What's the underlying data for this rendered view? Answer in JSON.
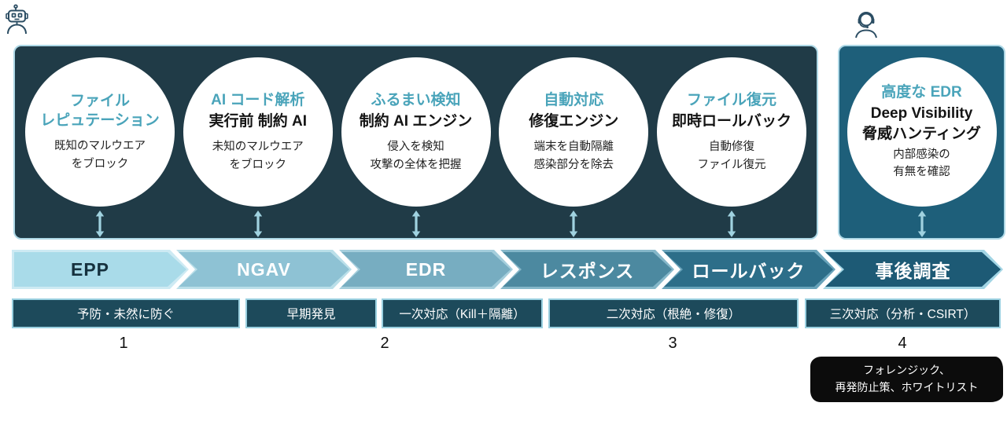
{
  "header_icons": {
    "left": "robot",
    "right": "support-agent"
  },
  "modules": [
    {
      "title": "ファイル\nレピュテーション",
      "subtitle": "",
      "desc": "既知のマルウエア\nをブロック"
    },
    {
      "title": "AI コード解析",
      "subtitle": "実行前 制約 AI",
      "desc": "未知のマルウエア\nをブロック"
    },
    {
      "title": "ふるまい検知",
      "subtitle": "制約 AI エンジン",
      "desc": "侵入を検知\n攻撃の全体を把握"
    },
    {
      "title": "自動対応",
      "subtitle": "修復エンジン",
      "desc": "端末を自動隔離\n感染部分を除去"
    },
    {
      "title": "ファイル復元",
      "subtitle": "即時ロールバック",
      "desc": "自動修復\nファイル復元"
    },
    {
      "title": "高度な EDR",
      "subtitle": "Deep Visibility\n脅威ハンティング",
      "desc": "内部感染の\n有無を確認"
    }
  ],
  "stages": [
    {
      "label": "EPP"
    },
    {
      "label": "NGAV"
    },
    {
      "label": "EDR"
    },
    {
      "label": "レスポンス"
    },
    {
      "label": "ロールバック"
    },
    {
      "label": "事後調査"
    }
  ],
  "phases": [
    {
      "label": "予防・未然に防ぐ"
    },
    {
      "label": "早期発見"
    },
    {
      "label": "一次対応（Kill＋隔離）"
    },
    {
      "label": "二次対応（根絶・修復）"
    },
    {
      "label": "三次対応（分析・CSIRT）"
    }
  ],
  "steps": [
    "1",
    "2",
    "3",
    "4"
  ],
  "note": {
    "text": "フォレンジック、\n再発防止策、ホワイトリスト"
  },
  "palette": {
    "auto_box_bg": "#203b47",
    "manual_box_bg": "#1e5f7a",
    "box_border": "#aed8e6",
    "circle_title_teal": "#4aa4ba",
    "stage_colors": [
      "#a9dbe9",
      "#8ec2d4",
      "#77adc1",
      "#4c89a0",
      "#2d6e89",
      "#1d5a75"
    ],
    "phase_bar_bg": "#1d4a5b",
    "phase_bar_border": "#9ad0e0",
    "note_bg": "#0c0c0c",
    "arrow_blue": "#a0d2e0",
    "icon_navy": "#2b4d63"
  }
}
